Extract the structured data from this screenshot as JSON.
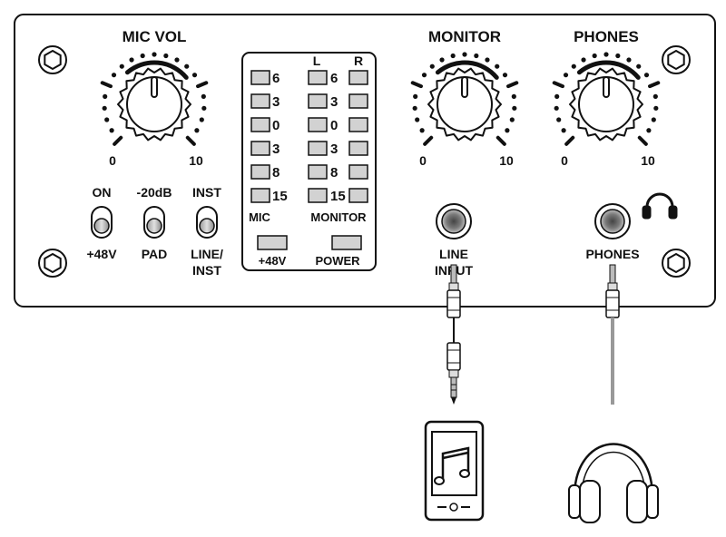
{
  "knobs": {
    "mic_vol": {
      "label": "MIC VOL",
      "min": "0",
      "max": "10"
    },
    "monitor": {
      "label": "MONITOR",
      "min": "0",
      "max": "10"
    },
    "phones": {
      "label": "PHONES",
      "min": "0",
      "max": "10"
    }
  },
  "switches": [
    {
      "top": "ON",
      "bottom": "+48V"
    },
    {
      "top": "-20dB",
      "bottom": "PAD"
    },
    {
      "top": "INST",
      "bottom_line1": "LINE/",
      "bottom_line2": "INST"
    }
  ],
  "meter": {
    "col_l": "L",
    "col_r": "R",
    "levels": [
      "6",
      "3",
      "0",
      "3",
      "8",
      "15"
    ],
    "mic_label": "MIC",
    "monitor_label": "MONITOR",
    "indicator_48v": "+48V",
    "indicator_power": "POWER"
  },
  "jacks": {
    "line_input_line1": "LINE",
    "line_input_line2": "INPUT",
    "phones": "PHONES"
  },
  "colors": {
    "ink": "#111111",
    "cable": "#999999",
    "led": "#d2d2d2"
  }
}
